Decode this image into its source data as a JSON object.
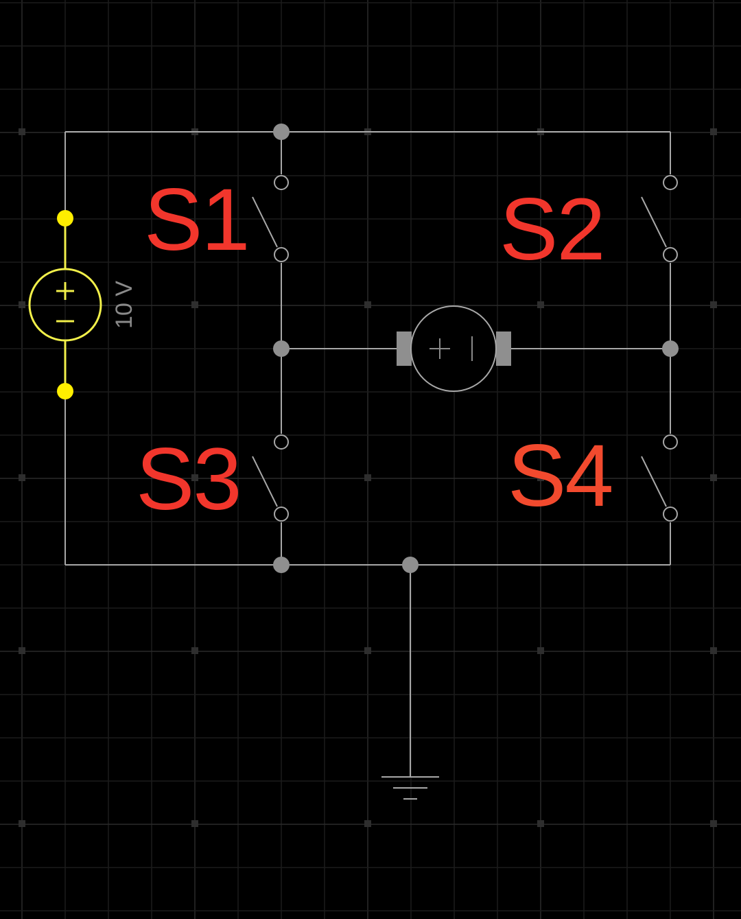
{
  "colors": {
    "background": "#000000",
    "grid_minor": "#1c1c1c",
    "grid_major": "#2a2a2a",
    "wire": "#a8a8a8",
    "node": "#8f8f8f",
    "source": "#f2f04a",
    "source_node": "#ffee00",
    "label": "#f2362c",
    "label_alt": "#f24a2e"
  },
  "source": {
    "voltage_label": "10 V",
    "plus_symbol": "+",
    "minus_symbol": "−"
  },
  "switches": [
    {
      "id": "S1",
      "label": "S1"
    },
    {
      "id": "S2",
      "label": "S2"
    },
    {
      "id": "S3",
      "label": "S3"
    },
    {
      "id": "S4",
      "label": "S4"
    }
  ],
  "motor": {
    "icon": "dc-motor-icon",
    "plus_symbol": "+",
    "minus_symbol": "|"
  },
  "ground": {
    "icon": "ground-icon"
  }
}
